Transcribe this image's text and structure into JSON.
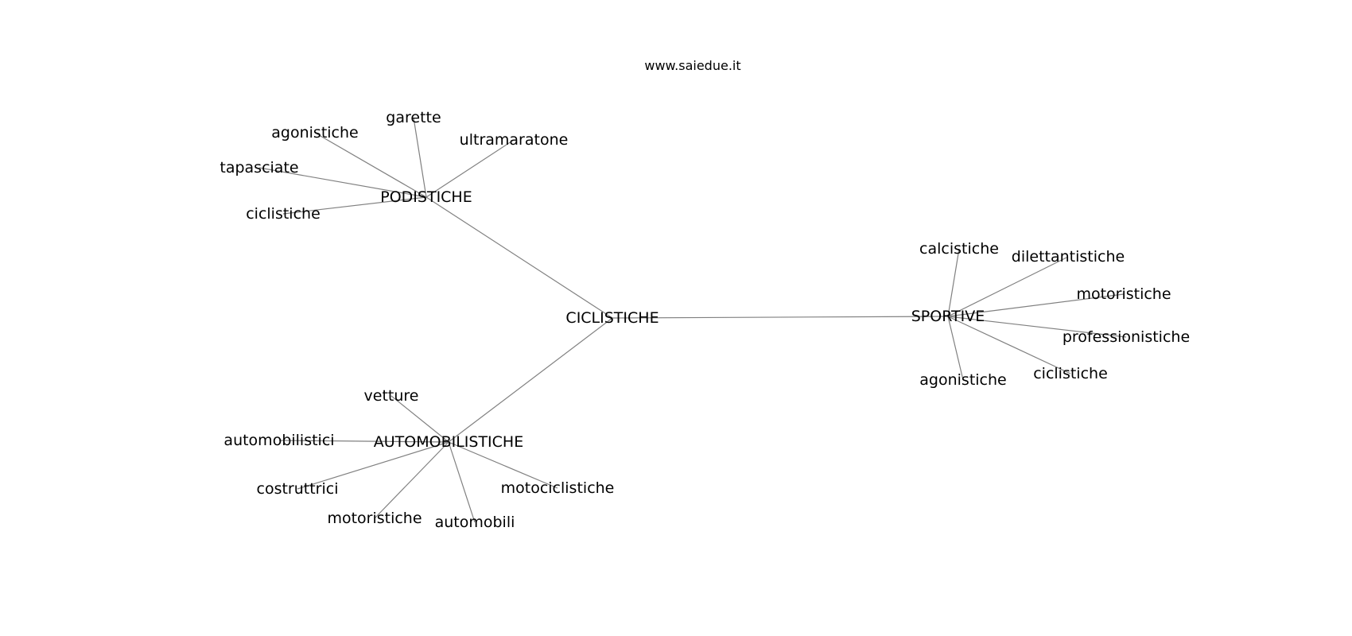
{
  "site": "www.saiedue.it",
  "center": "CICLISTICHE",
  "clusters": [
    {
      "hub": "PODISTICHE",
      "leaves": [
        "garette",
        "agonistiche",
        "ultramaratone",
        "tapasciate",
        "ciclistiche"
      ]
    },
    {
      "hub": "SPORTIVE",
      "leaves": [
        "calcistiche",
        "dilettantistiche",
        "motoristiche",
        "professionistiche",
        "ciclistiche",
        "agonistiche"
      ]
    },
    {
      "hub": "AUTOMOBILISTICHE",
      "leaves": [
        "vetture",
        "automobilistici",
        "costruttrici",
        "motoristiche",
        "automobili",
        "motociclistiche"
      ]
    }
  ]
}
